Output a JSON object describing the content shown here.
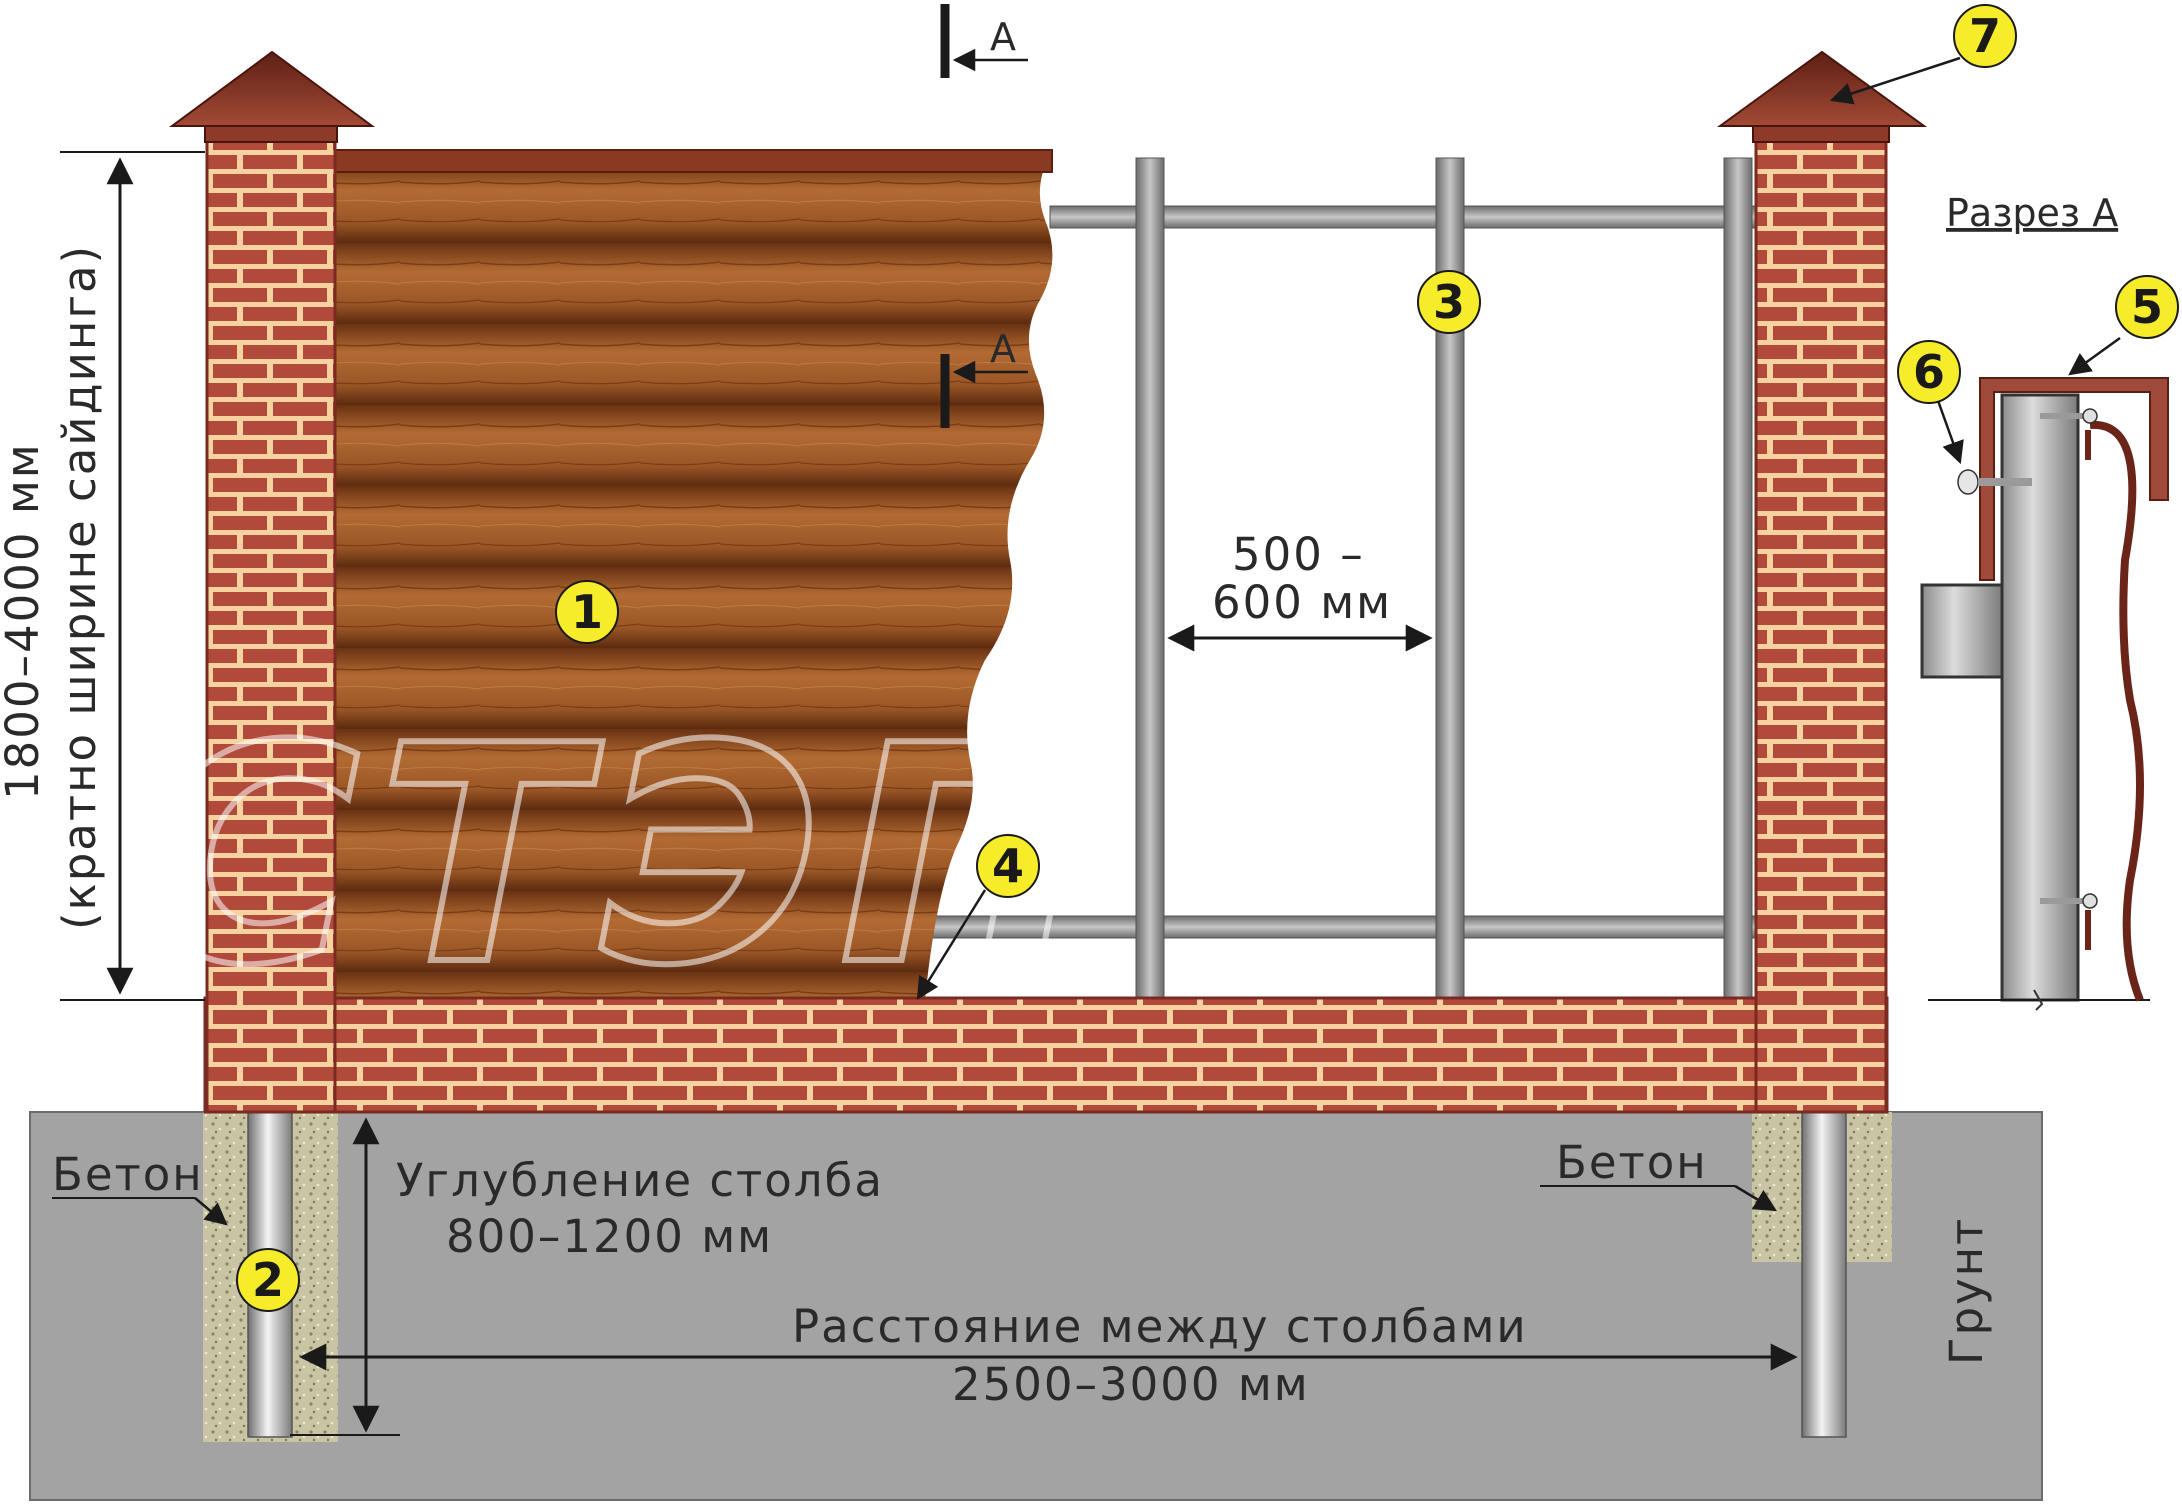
{
  "labels": {
    "section_marker": "А",
    "section_title": "Разрез А",
    "height_range": "1800–4000 мм",
    "height_note": "(кратно ширине сайдинга)",
    "post_spacing": "500 –",
    "post_spacing_unit": "600 мм",
    "concrete_left": "Бетон",
    "concrete_right": "Бетон",
    "depth_title": "Углубление столба",
    "depth_value": "800–1200 мм",
    "distance_title": "Расстояние между столбами",
    "distance_value": "2500–3000 мм",
    "ground": "Грунт",
    "watermark": "СТЭП"
  },
  "badges": [
    "1",
    "2",
    "3",
    "4",
    "5",
    "6",
    "7"
  ],
  "colors": {
    "brick": "#b24a3c",
    "mortar": "#f5d2a0",
    "siding": "#9a5626",
    "cap": "#7a2d20",
    "ground": "#a3a3a3",
    "concrete": "#c9c4a4",
    "steel": "#8d8d8d",
    "badge": "#f6ec2a"
  }
}
